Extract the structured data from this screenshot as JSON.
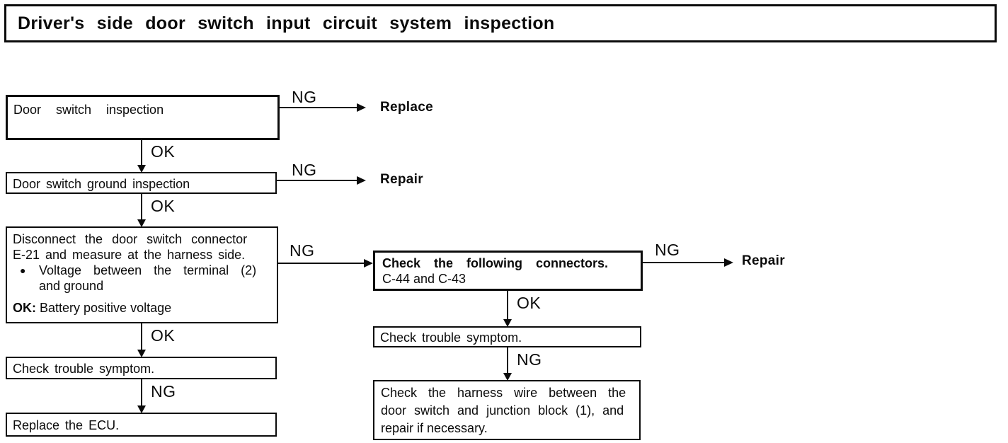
{
  "title": "Driver's side door switch input circuit system inspection",
  "labels": {
    "ok": "OK",
    "ng": "NG"
  },
  "outcomes": {
    "replace": "Replace",
    "repair": "Repair"
  },
  "bullet_marker": "●",
  "boxes": {
    "door_switch_inspection": "Door switch inspection",
    "door_switch_ground_inspection": "Door switch ground inspection",
    "disconnect_measure": {
      "lines": [
        "Disconnect the door switch connector",
        "E-21 and measure at the harness side."
      ],
      "bullet_lines": [
        "Voltage between the terminal (2)",
        "and ground"
      ],
      "ok_prefix": "OK:",
      "ok_text": "Battery positive voltage"
    },
    "check_trouble_symptom_left": "Check trouble symptom.",
    "replace_ecu": "Replace the ECU.",
    "check_connectors": {
      "line1": "Check the following connectors.",
      "line2": "C-44 and C-43"
    },
    "check_trouble_symptom_right": "Check trouble symptom.",
    "check_harness": {
      "lines": [
        "Check the harness wire between the",
        "door switch and junction block (1), and",
        "repair if necessary."
      ]
    }
  }
}
